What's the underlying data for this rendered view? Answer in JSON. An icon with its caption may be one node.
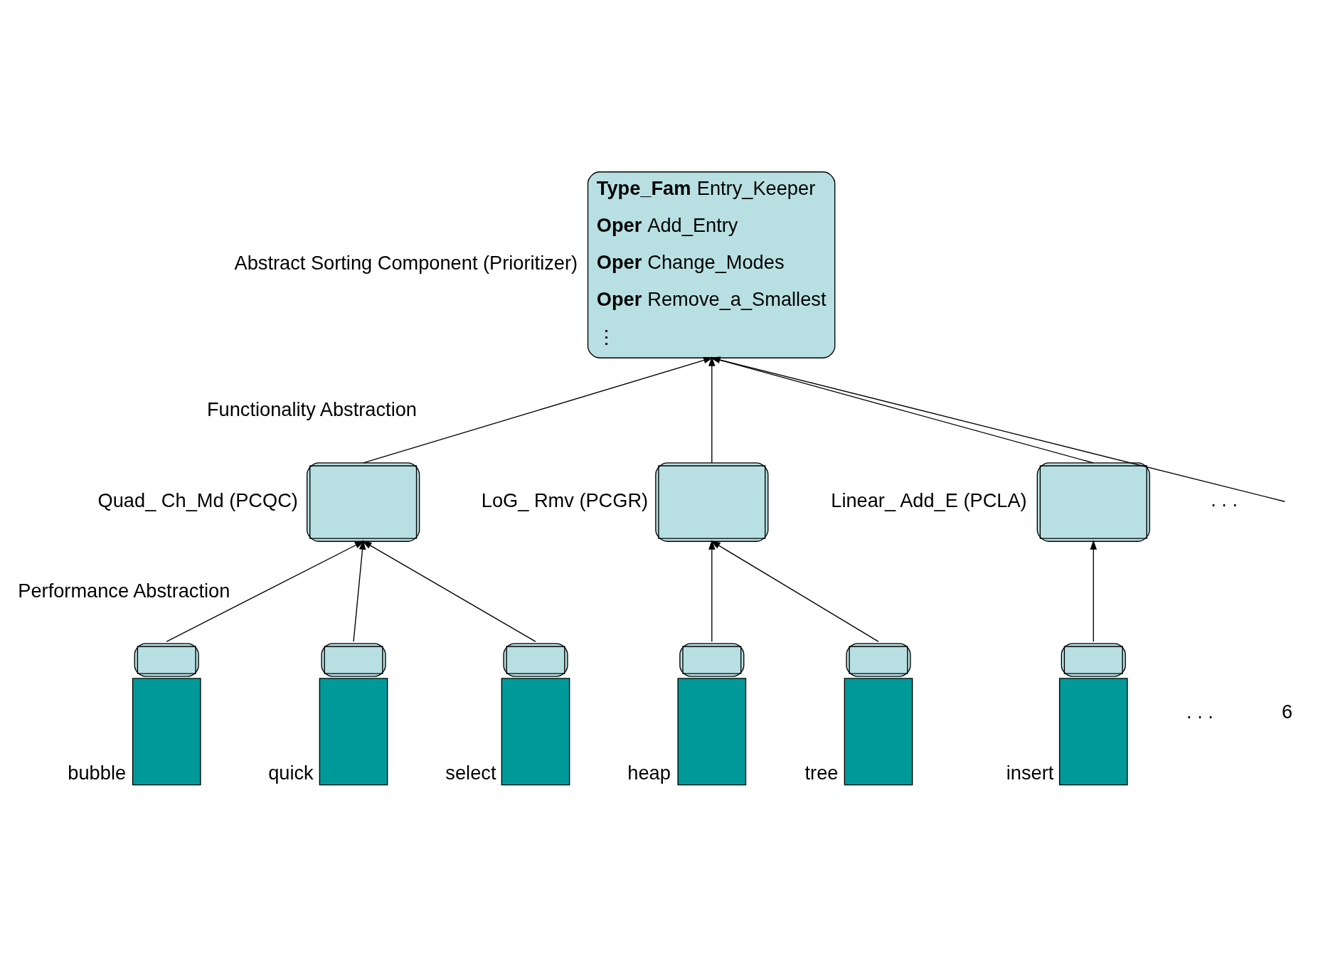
{
  "diagram": {
    "nodes": [
      {
        "text": [
          "**Type_Fam** Entry_Keeper",
          "**Oper** Add_Entry",
          "**Oper** Change_Modes",
          "**Oper** Remove_a_Smallest",
          "⋮"
        ],
        "beside": [
          "Abstract Sorting Component (Prioritizer)"
        ]
      },
      {
        "text": [],
        "shape": "box",
        "beside": [
          "Quad_ Ch_Md (PCQC)"
        ]
      },
      {
        "text": [],
        "shape": "box",
        "beside": [
          "LoG_ Rmv (PCGR)"
        ]
      },
      {
        "text": [],
        "shape": "box",
        "beside": [
          "Linear_ Add_E (PCLA)"
        ]
      },
      {
        "text": [],
        "shape": "bar",
        "beside": [
          "bubble"
        ]
      },
      {
        "text": [],
        "shape": "bar",
        "beside": [
          "quick"
        ]
      },
      {
        "text": [],
        "shape": "bar",
        "beside": [
          "select"
        ]
      },
      {
        "text": [],
        "shape": "bar",
        "beside": [
          "heap"
        ]
      },
      {
        "text": [],
        "shape": "bar",
        "beside": [
          "tree"
        ]
      },
      {
        "text": [],
        "shape": "bar",
        "beside": [
          "insert"
        ]
      }
    ],
    "edges": [
      {
        "from": 1,
        "to": 0,
        "arrow": "to"
      },
      {
        "from": 2,
        "to": 0,
        "arrow": "to"
      },
      {
        "from": 3,
        "to": 0,
        "arrow": "to"
      },
      {
        "from": null,
        "to": 0,
        "arrow": "to"
      },
      {
        "from": 4,
        "to": 1,
        "arrow": "to"
      },
      {
        "from": 5,
        "to": 1,
        "arrow": "to"
      },
      {
        "from": 6,
        "to": 1,
        "arrow": "to"
      },
      {
        "from": 7,
        "to": 2,
        "arrow": "to"
      },
      {
        "from": 8,
        "to": 2,
        "arrow": "to"
      },
      {
        "from": 9,
        "to": 3,
        "arrow": "to"
      }
    ],
    "labels": [
      "Functionality Abstraction",
      ". . .",
      "Performance Abstraction",
      ". . .",
      "6"
    ]
  }
}
